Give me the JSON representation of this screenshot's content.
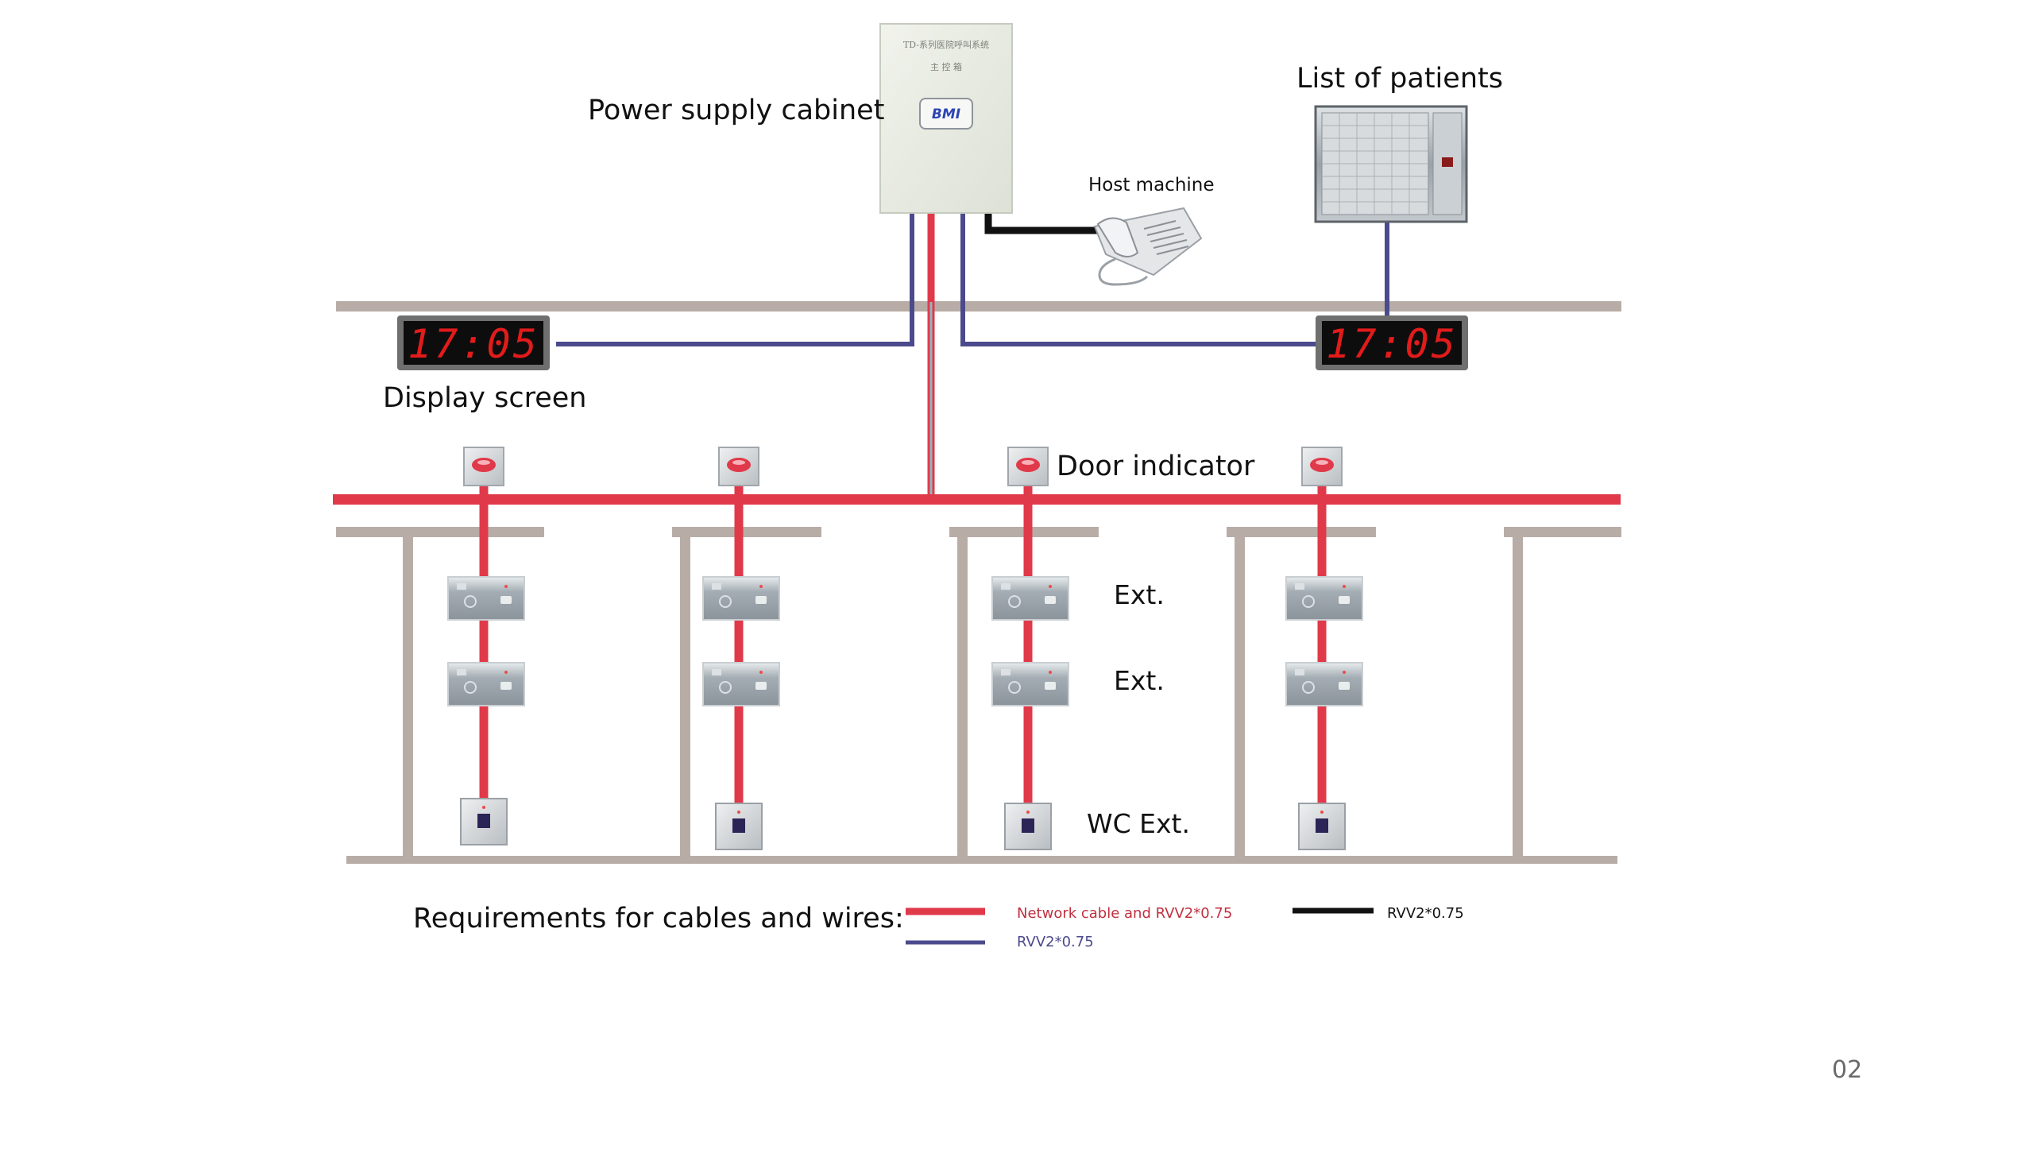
{
  "labels": {
    "power_cabinet": "Power supply cabinet",
    "host_machine": "Host machine",
    "patients_list": "List of patients",
    "display_screen": "Display screen",
    "door_indicator": "Door indicator",
    "ext_1": "Ext.",
    "ext_2": "Ext.",
    "wc_ext": "WC Ext."
  },
  "cabinet": {
    "line1": "TD-系列医院呼叫系统",
    "line2": "主 控 箱",
    "logo": "BMI"
  },
  "display_screen_time": "17:05",
  "legend": {
    "title": "Requirements for cables and wires:",
    "items": [
      {
        "label": "Network cable and RVV2*0.75",
        "color": "#e0394a"
      },
      {
        "label": "RVV2*0.75",
        "color": "#4b4a8c"
      },
      {
        "label": "RVV2*0.75",
        "color": "#111111"
      }
    ]
  },
  "page_number": "02",
  "colors": {
    "network_cable": "#e0394a",
    "rvv_blue": "#4b4a8c",
    "rvv_black": "#111111",
    "wall": "#b8ada6",
    "led_red": "#e21b1b"
  }
}
